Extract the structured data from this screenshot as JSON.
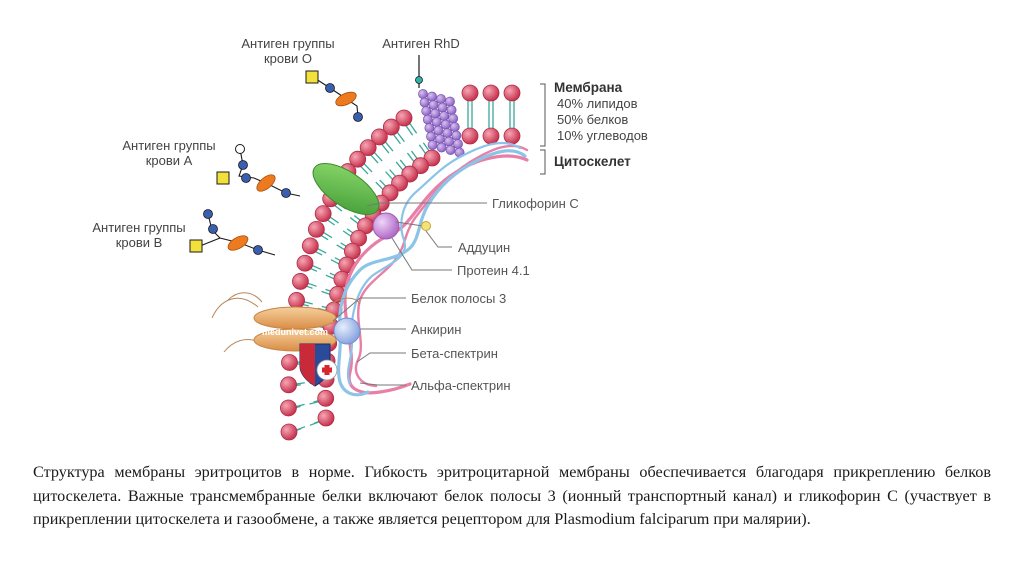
{
  "labels": {
    "antigen_o_line1": "Антиген группы",
    "antigen_o_line2": "крови O",
    "antigen_rhd": "Антиген RhD",
    "antigen_a_line1": "Антиген группы",
    "antigen_a_line2": "крови A",
    "antigen_b_line1": "Антиген группы",
    "antigen_b_line2": "крови B",
    "membrane_title": "Мембрана",
    "membrane_lipids": "40% липидов",
    "membrane_proteins": "50% белков",
    "membrane_carbs": "10% углеводов",
    "cytoskeleton": "Цитоскелет",
    "glycophorin_c": "Гликофорин С",
    "adducin": "Аддуцин",
    "protein_41": "Протеин 4.1",
    "band3": "Белок полосы 3",
    "ankyrin": "Анкирин",
    "beta_spectrin": "Бета-спектрин",
    "alpha_spectrin": "Альфа-спектрин",
    "watermark": "medunivet.com"
  },
  "caption": "Структура мембраны эритроцитов в норме. Гибкость эритроцитарной мембраны обеспечивается благодаря прикреплению белков цитоскелета. Важные трансмембранные белки включают белок полосы 3 (ионный транспортный канал) и гликофорин С (участвует в прикреплении цитоскелета и газообмене, а также является рецептором для Plasmodium falciparum при малярии).",
  "colors": {
    "lipid_head": "#d9445f",
    "glycophorin": "#5cb84a",
    "band3": "#e8a96a",
    "ankyrin": "#9db5e6",
    "protein41": "#c485d8",
    "rhd_protein": "#a07bd0",
    "beta_spectrin": "#e87fa6",
    "alpha_spectrin": "#8cc4e8",
    "sugar_square": "#f2e13a",
    "sugar_oval": "#ee7a1f",
    "sugar_circle": "#3a5fb0"
  }
}
